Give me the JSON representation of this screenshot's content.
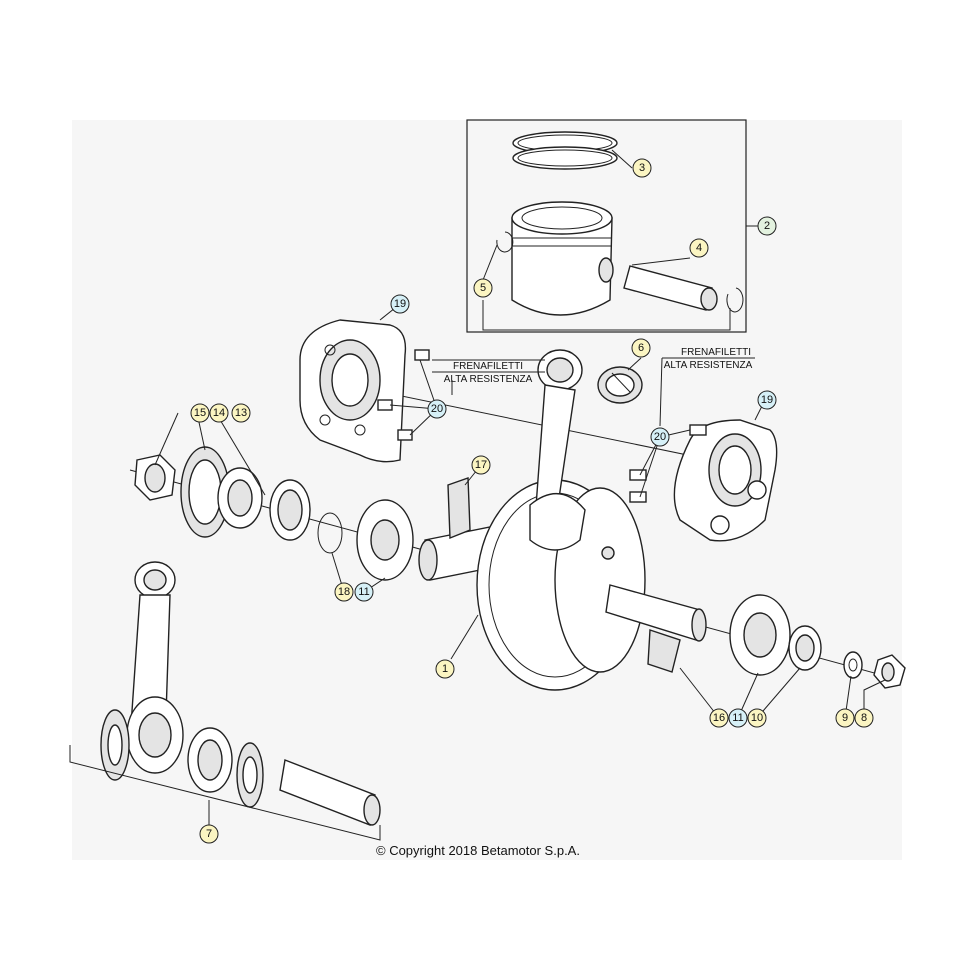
{
  "copyright": "© Copyright 2018 Betamotor S.p.A.",
  "notes": [
    {
      "id": "note-left",
      "line1": "FRENAFILETTI",
      "line2": "ALTA RESISTENZA"
    },
    {
      "id": "note-right",
      "line1": "FRENAFILETTI",
      "line2": "ALTA RESISTENZA"
    }
  ],
  "callouts": [
    {
      "label": "1",
      "color": "#fbf5c2"
    },
    {
      "label": "2",
      "color": "#e3f2df"
    },
    {
      "label": "3",
      "color": "#fbf5c2"
    },
    {
      "label": "4",
      "color": "#fbf5c2"
    },
    {
      "label": "5",
      "color": "#fbf5c2"
    },
    {
      "label": "6",
      "color": "#fbf5c2"
    },
    {
      "label": "7",
      "color": "#fbf5c2"
    },
    {
      "label": "8",
      "color": "#fbf5c2"
    },
    {
      "label": "9",
      "color": "#fbf5c2"
    },
    {
      "label": "10",
      "color": "#fbf5c2"
    },
    {
      "label": "11",
      "color": "#d6f0f7"
    },
    {
      "label": "11",
      "color": "#d6f0f7"
    },
    {
      "label": "13",
      "color": "#fbf5c2"
    },
    {
      "label": "14",
      "color": "#fbf5c2"
    },
    {
      "label": "15",
      "color": "#fbf5c2"
    },
    {
      "label": "16",
      "color": "#fbf5c2"
    },
    {
      "label": "17",
      "color": "#fbf5c2"
    },
    {
      "label": "18",
      "color": "#fbf5c2"
    },
    {
      "label": "19",
      "color": "#d6f0f7"
    },
    {
      "label": "19",
      "color": "#d6f0f7"
    },
    {
      "label": "20",
      "color": "#d6f0f7"
    },
    {
      "label": "20",
      "color": "#d6f0f7"
    }
  ]
}
